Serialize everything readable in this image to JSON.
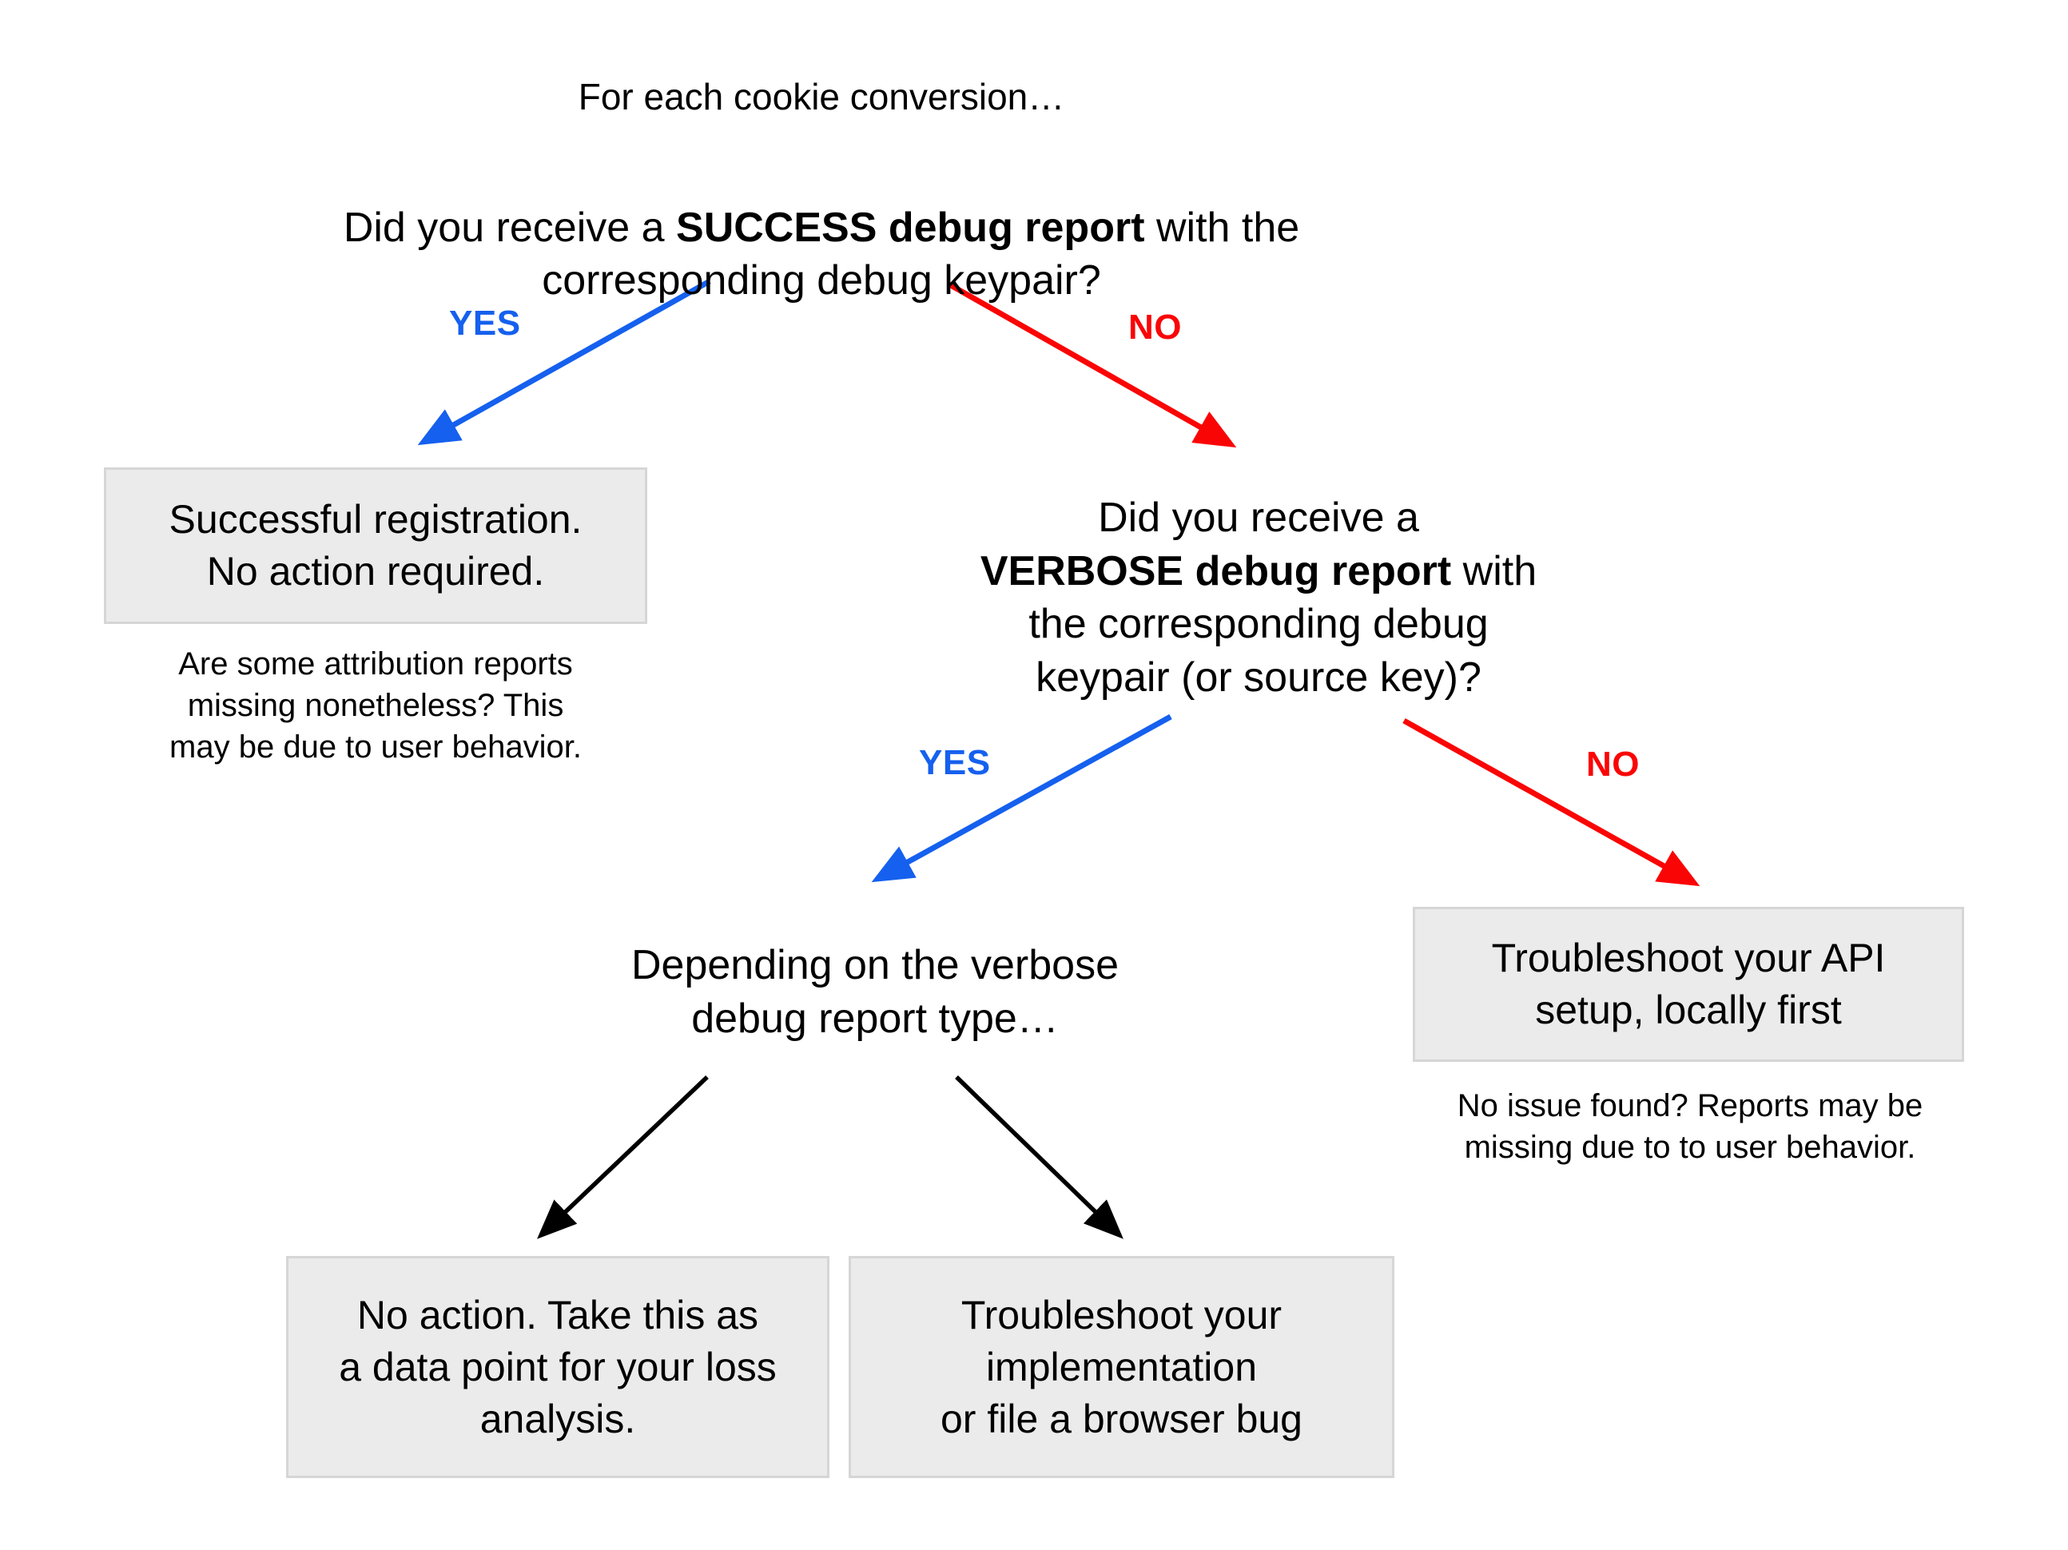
{
  "diagram": {
    "title_line": "For each cookie conversion…",
    "root_question": {
      "pre": "Did you receive a ",
      "strong": "SUCCESS debug report",
      "post": " with the\ncorresponding debug keypair?"
    },
    "second_question": {
      "line1": "Did you receive a",
      "strong": "VERBOSE debug report",
      "after_strong": " with",
      "line3": "the corresponding debug",
      "line4": "keypair (or source key)?"
    },
    "mid_text": "Depending on the verbose\ndebug report type…",
    "edges": [
      {
        "label": "YES",
        "color": "#1560ee"
      },
      {
        "label": "NO",
        "color": "#fa0505"
      },
      {
        "label": "YES",
        "color": "#1560ee"
      },
      {
        "label": "NO",
        "color": "#fa0505"
      }
    ],
    "boxes": {
      "success": "Successful registration.\nNo action required.",
      "api_setup": "Troubleshoot your API\nsetup, locally first",
      "no_action": "No action. Take this as\na data point for your loss\nanalysis.",
      "implementation": "Troubleshoot your\nimplementation\nor file a browser bug"
    },
    "captions": {
      "left": "Are some attribution reports\nmissing nonetheless? This\nmay be due to user behavior.",
      "right": "No issue found? Reports may be\nmissing due to to user behavior."
    },
    "colors": {
      "yes": "#1560ee",
      "no": "#fa0505",
      "arrow_black": "#000000",
      "box_fill": "#ebebeb",
      "box_border": "#d6d6d6",
      "background": "#ffffff",
      "text": "#000000"
    }
  }
}
